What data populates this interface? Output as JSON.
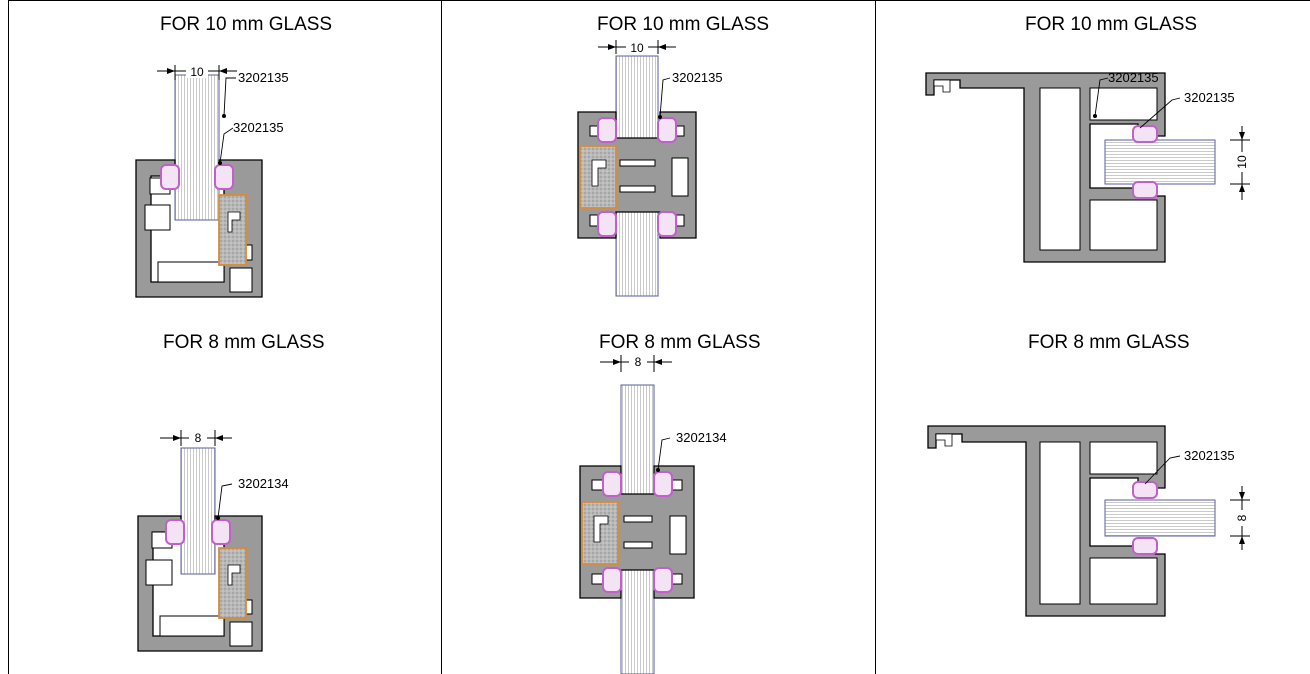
{
  "sections": [
    {
      "title": "FOR 10 mm GLASS",
      "dim": "10",
      "labels": [
        "3202135",
        "3202135"
      ]
    },
    {
      "title": "FOR 10 mm GLASS",
      "dim": "10",
      "labels": [
        "3202135"
      ]
    },
    {
      "title": "FOR 10 mm GLASS",
      "dim": "10",
      "labels": [
        "3202135",
        "3202135"
      ]
    },
    {
      "title": "FOR 8 mm GLASS",
      "dim": "8",
      "labels": [
        "3202134"
      ]
    },
    {
      "title": "FOR 8 mm GLASS",
      "dim": "8",
      "labels": [
        "3202134"
      ]
    },
    {
      "title": "FOR 8 mm GLASS",
      "dim": "8",
      "labels": [
        "3202135"
      ]
    }
  ],
  "colors": {
    "profile": "#7f7f7f",
    "gasket": "#c060c8",
    "insert": "#d88a3a",
    "glass": "#8a8fb0"
  }
}
